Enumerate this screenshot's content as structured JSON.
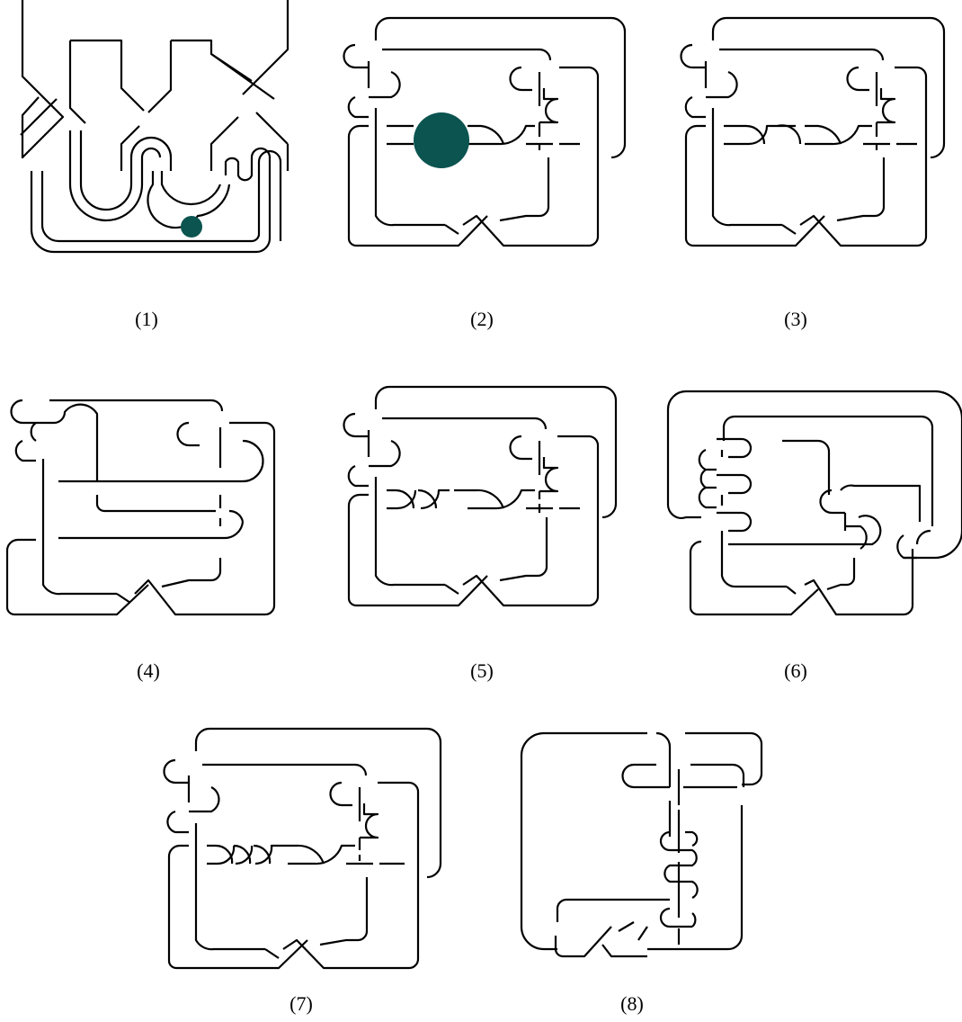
{
  "colors": {
    "stroke": "#000000",
    "marker": "#0b5450",
    "background": "#ffffff"
  },
  "figure": {
    "panels": [
      {
        "label": "(1)",
        "has_marker": true
      },
      {
        "label": "(2)",
        "has_marker": true
      },
      {
        "label": "(3)",
        "has_marker": false
      },
      {
        "label": "(4)",
        "has_marker": false
      },
      {
        "label": "(5)",
        "has_marker": false
      },
      {
        "label": "(6)",
        "has_marker": false
      },
      {
        "label": "(7)",
        "has_marker": false
      },
      {
        "label": "(8)",
        "has_marker": false
      }
    ]
  }
}
